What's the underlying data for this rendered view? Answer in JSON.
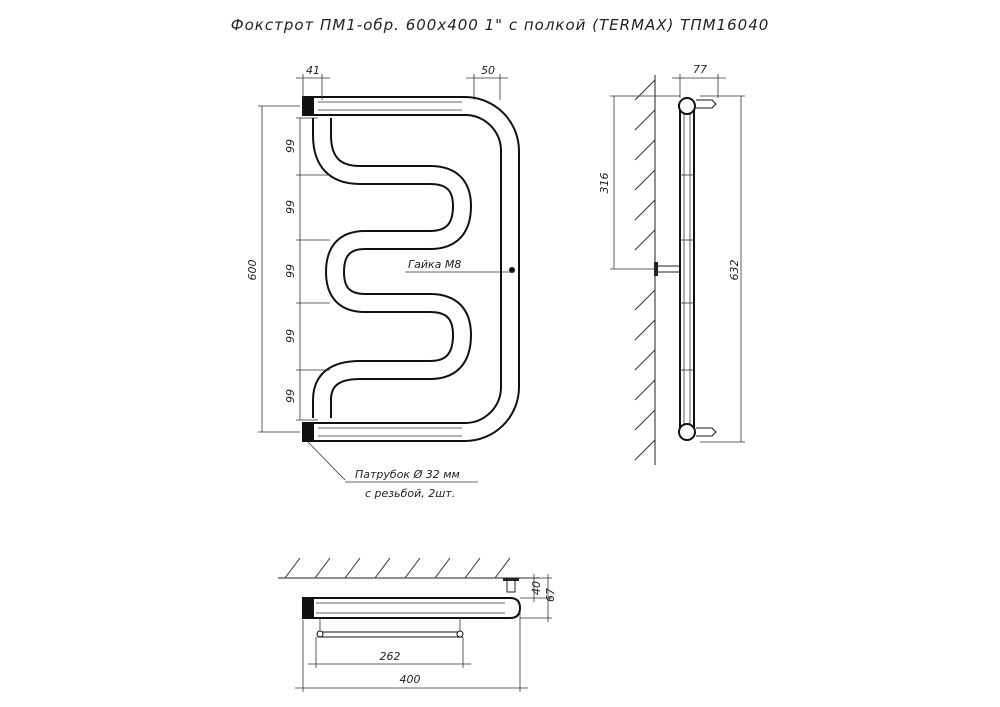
{
  "title": "Фокстрот ПМ1-обр. 600х400 1\" с полкой (TERMAX) ТПМ16040",
  "dimensions": {
    "top_left": "41",
    "top_right": "50",
    "height_total": "600",
    "loop_1": "99",
    "loop_2": "99",
    "loop_3": "99",
    "loop_4": "99",
    "loop_5": "99",
    "nut_label": "Гайка М8",
    "fitting_label_1": "Патрубок Ø 32 мм",
    "fitting_label_2": "с резьбой, 2шт.",
    "side_depth": "77",
    "side_mount": "316",
    "side_height": "632",
    "bottom_shelf": "262",
    "bottom_width": "400",
    "bottom_gap": "40",
    "bottom_depth": "67"
  }
}
